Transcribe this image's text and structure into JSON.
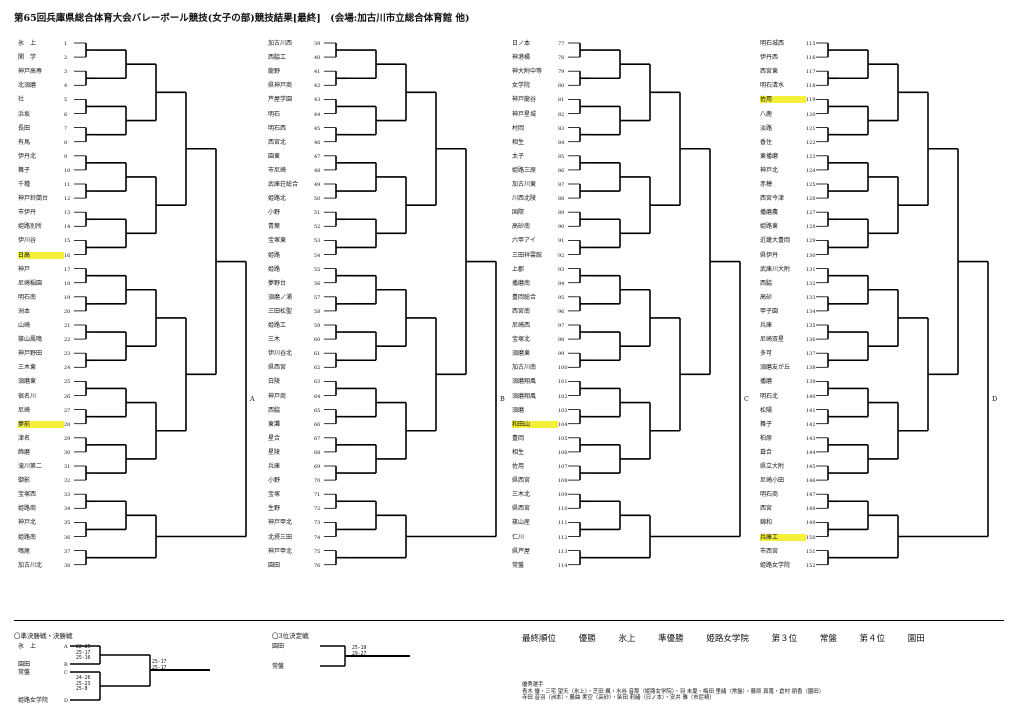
{
  "title": "第65回兵庫県総合体育大会バレーボール競技(女子の部)競技結果[最終]　(会場:加古川市立総合体育館 他)",
  "pool_labels": [
    "A",
    "B",
    "C",
    "D"
  ],
  "brackets": [
    {
      "teams": [
        {
          "no": "1",
          "name": "氷　上"
        },
        {
          "no": "2",
          "name": "関　学"
        },
        {
          "no": "3",
          "name": "神戸高専"
        },
        {
          "no": "4",
          "name": "北須磨"
        },
        {
          "no": "5",
          "name": "社"
        },
        {
          "no": "6",
          "name": "浜坂"
        },
        {
          "no": "7",
          "name": "長田"
        },
        {
          "no": "8",
          "name": "有馬"
        },
        {
          "no": "9",
          "name": "伊丹北"
        },
        {
          "no": "10",
          "name": "舞子"
        },
        {
          "no": "11",
          "name": "千種"
        },
        {
          "no": "12",
          "name": "神戸鈴蘭台"
        },
        {
          "no": "13",
          "name": "市伊丹"
        },
        {
          "no": "14",
          "name": "姫路別所"
        },
        {
          "no": "15",
          "name": "伊川谷"
        },
        {
          "no": "16",
          "name": "日高",
          "hl": true
        },
        {
          "no": "17",
          "name": "神戸"
        },
        {
          "no": "18",
          "name": "尼崎稲園"
        },
        {
          "no": "19",
          "name": "明石南"
        },
        {
          "no": "20",
          "name": "洲本"
        },
        {
          "no": "21",
          "name": "山崎"
        },
        {
          "no": "22",
          "name": "篠山鳳鳴"
        },
        {
          "no": "23",
          "name": "神戸野田"
        },
        {
          "no": "24",
          "name": "三木東"
        },
        {
          "no": "25",
          "name": "須磨東"
        },
        {
          "no": "26",
          "name": "宿名川"
        },
        {
          "no": "27",
          "name": "尼崎"
        },
        {
          "no": "28",
          "name": "夢前",
          "hl": true
        },
        {
          "no": "29",
          "name": "津名"
        },
        {
          "no": "30",
          "name": "飾磨"
        },
        {
          "no": "31",
          "name": "滝川第二"
        },
        {
          "no": "32",
          "name": "御影"
        },
        {
          "no": "33",
          "name": "宝塚西"
        },
        {
          "no": "34",
          "name": "姫路商"
        },
        {
          "no": "35",
          "name": "神戸北"
        },
        {
          "no": "36",
          "name": "姫路南"
        },
        {
          "no": "37",
          "name": "鳴尾"
        },
        {
          "no": "38",
          "name": "加古川北"
        }
      ]
    },
    {
      "teams": [
        {
          "no": "39",
          "name": "加古川西"
        },
        {
          "no": "40",
          "name": "西脇工"
        },
        {
          "no": "41",
          "name": "龍野"
        },
        {
          "no": "42",
          "name": "県神戸商"
        },
        {
          "no": "43",
          "name": "芦屋学園"
        },
        {
          "no": "44",
          "name": "明石"
        },
        {
          "no": "45",
          "name": "明石西"
        },
        {
          "no": "46",
          "name": "西宮北"
        },
        {
          "no": "47",
          "name": "園東"
        },
        {
          "no": "48",
          "name": "市尼崎"
        },
        {
          "no": "49",
          "name": "武庫荘総合"
        },
        {
          "no": "50",
          "name": "姫路北"
        },
        {
          "no": "51",
          "name": "小野"
        },
        {
          "no": "52",
          "name": "青葉"
        },
        {
          "no": "53",
          "name": "宝塚東"
        },
        {
          "no": "54",
          "name": "姫路"
        },
        {
          "no": "55",
          "name": "姫路"
        },
        {
          "no": "56",
          "name": "夢野台"
        },
        {
          "no": "57",
          "name": "須磨ノ浦"
        },
        {
          "no": "58",
          "name": "三田松聖"
        },
        {
          "no": "59",
          "name": "姫路工"
        },
        {
          "no": "60",
          "name": "三木"
        },
        {
          "no": "61",
          "name": "伊川谷北"
        },
        {
          "no": "62",
          "name": "県西宮"
        },
        {
          "no": "63",
          "name": "白陵"
        },
        {
          "no": "64",
          "name": "神戸商"
        },
        {
          "no": "65",
          "name": "西脇"
        },
        {
          "no": "66",
          "name": "東灘"
        },
        {
          "no": "67",
          "name": "星合"
        },
        {
          "no": "68",
          "name": "星陵"
        },
        {
          "no": "69",
          "name": "兵庫"
        },
        {
          "no": "70",
          "name": "小野"
        },
        {
          "no": "71",
          "name": "宝塚"
        },
        {
          "no": "72",
          "name": "生野"
        },
        {
          "no": "73",
          "name": "神戸甲北"
        },
        {
          "no": "74",
          "name": "北摂三田"
        },
        {
          "no": "75",
          "name": "神戸甲北"
        },
        {
          "no": "76",
          "name": "園田"
        }
      ]
    },
    {
      "teams": [
        {
          "no": "77",
          "name": "日ノ本"
        },
        {
          "no": "78",
          "name": "神港橘"
        },
        {
          "no": "79",
          "name": "神大附中等"
        },
        {
          "no": "80",
          "name": "女学院"
        },
        {
          "no": "81",
          "name": "神戸龍谷"
        },
        {
          "no": "82",
          "name": "神戸星城"
        },
        {
          "no": "83",
          "name": "村岡"
        },
        {
          "no": "84",
          "name": "相生"
        },
        {
          "no": "85",
          "name": "太子"
        },
        {
          "no": "86",
          "name": "姫路三原"
        },
        {
          "no": "87",
          "name": "加古川東"
        },
        {
          "no": "88",
          "name": "川西北陵"
        },
        {
          "no": "89",
          "name": "国際"
        },
        {
          "no": "90",
          "name": "高砂南"
        },
        {
          "no": "91",
          "name": "六甲アイ"
        },
        {
          "no": "92",
          "name": "三田祥雲館"
        },
        {
          "no": "93",
          "name": "上郡"
        },
        {
          "no": "94",
          "name": "播磨南"
        },
        {
          "no": "95",
          "name": "豊岡総合"
        },
        {
          "no": "96",
          "name": "西宮南"
        },
        {
          "no": "97",
          "name": "尼崎西"
        },
        {
          "no": "98",
          "name": "宝塚北"
        },
        {
          "no": "99",
          "name": "須磨東"
        },
        {
          "no": "100",
          "name": "加古川南"
        },
        {
          "no": "101",
          "name": "須磨翔風"
        },
        {
          "no": "102",
          "name": "須磨翔風"
        },
        {
          "no": "103",
          "name": "須磨"
        },
        {
          "no": "104",
          "name": "和田山",
          "hl": true
        },
        {
          "no": "105",
          "name": "豊岡"
        },
        {
          "no": "106",
          "name": "相生"
        },
        {
          "no": "107",
          "name": "佐用"
        },
        {
          "no": "108",
          "name": "県西宮"
        },
        {
          "no": "109",
          "name": "三木北"
        },
        {
          "no": "110",
          "name": "県西宮"
        },
        {
          "no": "111",
          "name": "篠山産"
        },
        {
          "no": "112",
          "name": "仁川"
        },
        {
          "no": "113",
          "name": "県芦屋"
        },
        {
          "no": "114",
          "name": "常盤"
        }
      ]
    },
    {
      "teams": [
        {
          "no": "115",
          "name": "明石城西"
        },
        {
          "no": "116",
          "name": "伊丹西"
        },
        {
          "no": "117",
          "name": "西宮東"
        },
        {
          "no": "118",
          "name": "明石清水"
        },
        {
          "no": "119",
          "name": "佐用",
          "hl": true
        },
        {
          "no": "120",
          "name": "八鹿"
        },
        {
          "no": "121",
          "name": "淡路"
        },
        {
          "no": "122",
          "name": "香住"
        },
        {
          "no": "123",
          "name": "東播磨"
        },
        {
          "no": "124",
          "name": "神戸北"
        },
        {
          "no": "125",
          "name": "赤穂"
        },
        {
          "no": "126",
          "name": "西宮今津"
        },
        {
          "no": "127",
          "name": "播磨農"
        },
        {
          "no": "128",
          "name": "姫路東"
        },
        {
          "no": "129",
          "name": "近畿大豊岡"
        },
        {
          "no": "130",
          "name": "県伊丹"
        },
        {
          "no": "131",
          "name": "武庫川大附"
        },
        {
          "no": "132",
          "name": "西脇"
        },
        {
          "no": "133",
          "name": "高砂"
        },
        {
          "no": "134",
          "name": "甲子園"
        },
        {
          "no": "135",
          "name": "兵庫"
        },
        {
          "no": "136",
          "name": "尼崎双星"
        },
        {
          "no": "137",
          "name": "多可"
        },
        {
          "no": "138",
          "name": "須磨友が丘"
        },
        {
          "no": "139",
          "name": "播磨"
        },
        {
          "no": "140",
          "name": "明石北"
        },
        {
          "no": "141",
          "name": "松陽"
        },
        {
          "no": "142",
          "name": "舞子"
        },
        {
          "no": "143",
          "name": "柏原"
        },
        {
          "no": "144",
          "name": "葺合"
        },
        {
          "no": "145",
          "name": "県立大附"
        },
        {
          "no": "146",
          "name": "尼崎小田"
        },
        {
          "no": "147",
          "name": "明石商"
        },
        {
          "no": "148",
          "name": "西宮"
        },
        {
          "no": "149",
          "name": "錦和"
        },
        {
          "no": "150",
          "name": "兵庫工",
          "hl": true
        },
        {
          "no": "151",
          "name": "市西宮"
        },
        {
          "no": "152",
          "name": "姫路女学院"
        }
      ]
    }
  ],
  "section_titles": {
    "final_round": "〇準決勝戦・決勝戦",
    "third_place": "〇3位決定戦"
  },
  "final_round": {
    "teams": [
      {
        "name": "氷　上",
        "pos": "A"
      },
      {
        "name": "園田",
        "pos": "B"
      },
      {
        "name": "常盤",
        "pos": "C"
      },
      {
        "name": "姫路女学院",
        "pos": "D"
      }
    ],
    "scores_sf1": "22-25\n25-17\n25-16",
    "scores_sf2": "24-26\n25-23\n25-8",
    "scores_f": "25-17\n25-17"
  },
  "third_place": {
    "teams": [
      "園田",
      "常盤"
    ],
    "scores": "25-19\n29-27"
  },
  "final_results": [
    {
      "label": "最終順位",
      "value": ""
    },
    {
      "label": "優勝",
      "value": "氷上"
    },
    {
      "label": "準優勝",
      "value": "姫路女学院"
    },
    {
      "label": "第３位",
      "value": "常盤"
    },
    {
      "label": "第４位",
      "value": "園田"
    }
  ],
  "excellent_players": {
    "label": "優秀選手",
    "line1": "青木 優・三宅 望天（氷上）・芝田 楓・水谷 音那（姫路女学院）・羽 未夏・梅田 里緒（常盤）・藤原 真蒐・倉村 朋香（園田）",
    "line2": "寺田 音羽（洲本）・藤曲 実空（高砂）・柴田 莉緒（日ノ本）・安井 雅（市尼崎）"
  }
}
